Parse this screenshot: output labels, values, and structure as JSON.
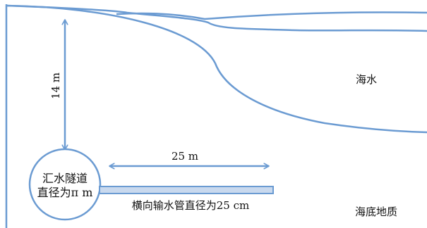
{
  "colors": {
    "line": "#6b9bd2",
    "pipe_fill": "#c9d9ee",
    "text": "#111111",
    "background": "#ffffff"
  },
  "labels": {
    "seawater": "海水",
    "seabed": "海底地质",
    "depth": "14 m",
    "pipe_length": "25 m",
    "tunnel_line1": "汇水隧道",
    "tunnel_line2": "直径为π m",
    "pipe_desc": "横向输水管直径为25 cm"
  }
}
